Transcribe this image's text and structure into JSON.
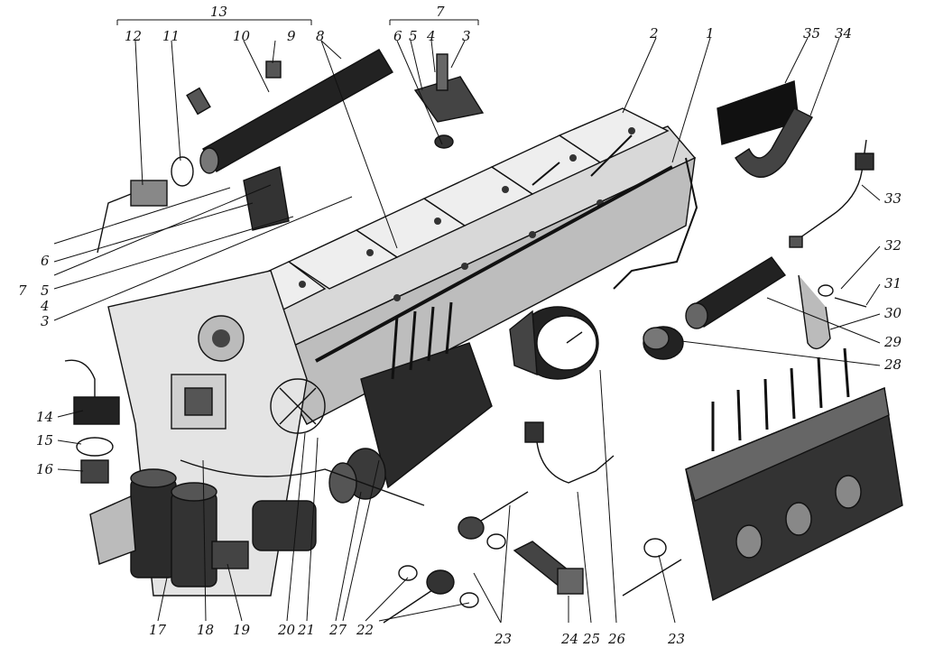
{
  "labels": {
    "l1": "1",
    "l2": "2",
    "l3a": "3",
    "l3b": "3",
    "l4a": "4",
    "l4b": "4",
    "l5a": "5",
    "l5b": "5",
    "l6a": "6",
    "l6b": "6",
    "l7a": "7",
    "l7b": "7",
    "l8": "8",
    "l9": "9",
    "l10": "10",
    "l11": "11",
    "l12": "12",
    "l13": "13",
    "l14": "14",
    "l15": "15",
    "l16": "16",
    "l17": "17",
    "l18": "18",
    "l19": "19",
    "l20": "20",
    "l21": "21",
    "l22": "22",
    "l23a": "23",
    "l23b": "23",
    "l24": "24",
    "l25": "25",
    "l26": "26",
    "l27": "27",
    "l28": "28",
    "l29": "29",
    "l30": "30",
    "l31": "31",
    "l32": "32",
    "l33": "33",
    "l34": "34",
    "l35": "35"
  },
  "colors": {
    "ink": "#111111",
    "paper": "#ffffff",
    "shade": "#555555",
    "dark": "#1a1a1a"
  }
}
